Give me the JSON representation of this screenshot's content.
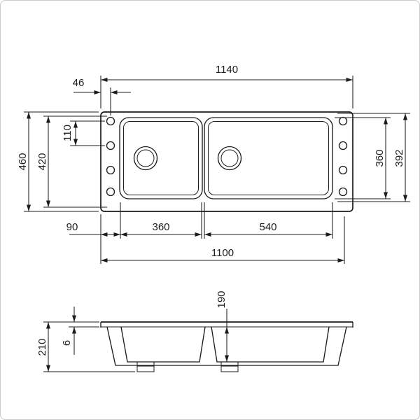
{
  "drawing": {
    "colors": {
      "line": "#1c1c1c",
      "background": "#ffffff",
      "border": "#c9c9c9"
    },
    "top_view": {
      "overall_width": "1140",
      "tap_hole_offset": "46",
      "overall_depth": "460",
      "inner_depth": "420",
      "tap_hole_pitch": "110",
      "bowl_depth": "360",
      "bowl_outer_depth": "392",
      "left_margin": "90",
      "left_bowl_width": "360",
      "right_bowl_width": "540",
      "bowl_span": "1100"
    },
    "section_view": {
      "total_height": "210",
      "rim_height": "6",
      "bowl_depth": "190"
    }
  }
}
